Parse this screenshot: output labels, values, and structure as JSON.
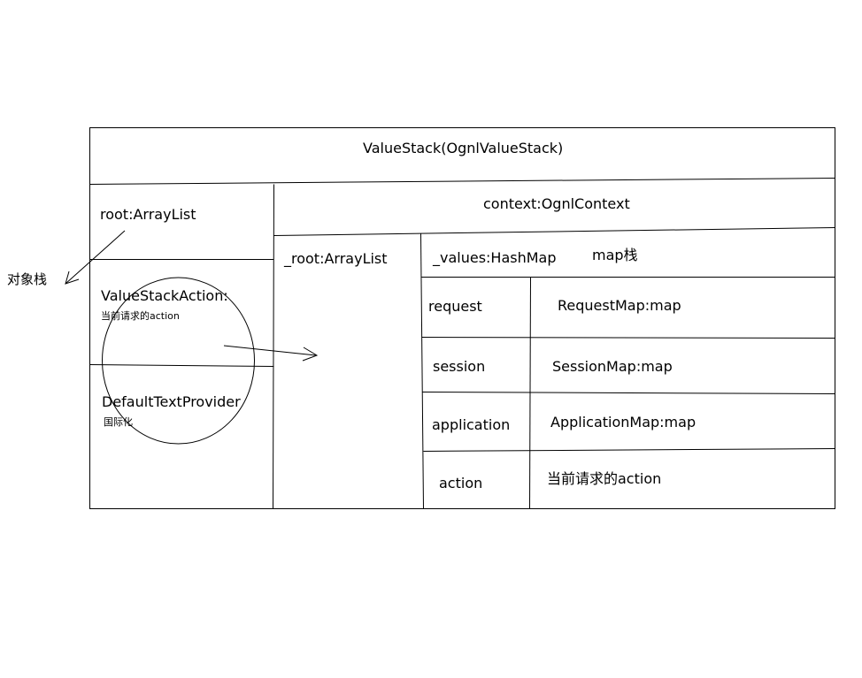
{
  "title": "ValueStack(OgnlValueStack)",
  "root_section": {
    "label": "root:ArrayList",
    "object_stack_label": "对象栈",
    "items": [
      {
        "name": "ValueStackAction:",
        "note": "当前请求的action"
      },
      {
        "name": "DefaultTextProvider",
        "note": "国际化"
      }
    ]
  },
  "context_section": {
    "label": "context:OgnlContext",
    "root_ref": "_root:ArrayList",
    "values_label": "_values:HashMap",
    "map_stack_label": "map栈",
    "entries": [
      {
        "key": "request",
        "value": "RequestMap:map"
      },
      {
        "key": "session",
        "value": "SessionMap:map"
      },
      {
        "key": "application",
        "value": "ApplicationMap:map"
      },
      {
        "key": "action",
        "value": "当前请求的action"
      }
    ]
  }
}
